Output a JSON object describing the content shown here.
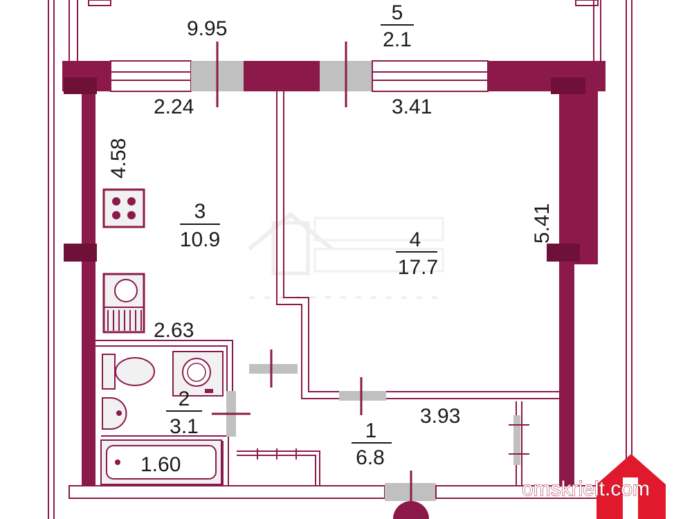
{
  "colors": {
    "wall": "#8b1a4a",
    "wall_dark": "#6e1038",
    "door": "#c0c0c0",
    "fixture": "#f1f1f1",
    "logo_red": "#e01a2c",
    "watermark_logo": "#d8d8d8"
  },
  "dimensions": {
    "balcony_width": "9.95",
    "kitchen_top": "2.24",
    "room_top": "3.41",
    "kitchen_height": "4.58",
    "room_height": "5.41",
    "bath_top": "2.63",
    "hall_width": "3.93",
    "bathtub_length": "1.60"
  },
  "rooms": [
    {
      "number": "5",
      "area": "2.1"
    },
    {
      "number": "3",
      "area": "10.9"
    },
    {
      "number": "4",
      "area": "17.7"
    },
    {
      "number": "2",
      "area": "3.1"
    },
    {
      "number": "1",
      "area": "6.8"
    }
  ],
  "watermark": {
    "site": "omskrielt.com",
    "logo_icon": "house-arrow-logo"
  },
  "icons": {
    "stove": "stove-icon",
    "sink": "kitchen-sink-icon",
    "toilet": "toilet-icon",
    "washer": "washing-machine-icon",
    "basin": "wash-basin-icon",
    "bathtub": "bathtub-icon"
  }
}
